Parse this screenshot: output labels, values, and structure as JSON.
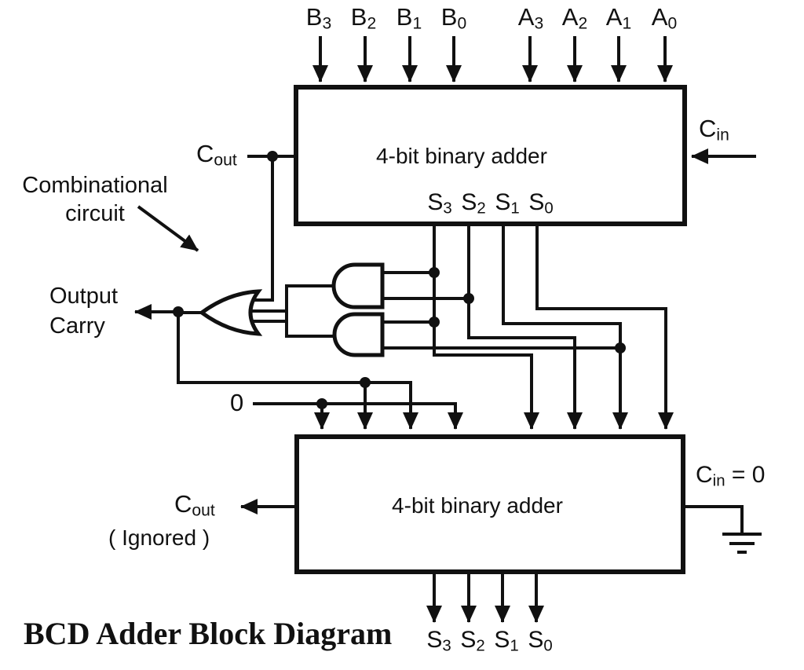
{
  "title": "BCD Adder Block Diagram",
  "colors": {
    "ink": "#111111",
    "background": "#ffffff"
  },
  "adders": {
    "top_label": "4-bit binary adder",
    "bottom_label": "4-bit binary adder"
  },
  "top_inputs": [
    {
      "main": "B",
      "sub": "3"
    },
    {
      "main": "B",
      "sub": "2"
    },
    {
      "main": "B",
      "sub": "1"
    },
    {
      "main": "B",
      "sub": "0"
    },
    {
      "main": "A",
      "sub": "3"
    },
    {
      "main": "A",
      "sub": "2"
    },
    {
      "main": "A",
      "sub": "1"
    },
    {
      "main": "A",
      "sub": "0"
    }
  ],
  "top_sums": [
    {
      "main": "S",
      "sub": "3"
    },
    {
      "main": "S",
      "sub": "2"
    },
    {
      "main": "S",
      "sub": "1"
    },
    {
      "main": "S",
      "sub": "0"
    }
  ],
  "bottom_sums": [
    {
      "main": "S",
      "sub": "3"
    },
    {
      "main": "S",
      "sub": "2"
    },
    {
      "main": "S",
      "sub": "1"
    },
    {
      "main": "S",
      "sub": "0"
    }
  ],
  "carry_in_top": {
    "main": "C",
    "sub": "in"
  },
  "carry_out_top": {
    "main": "C",
    "sub": "out"
  },
  "carry_out_bottom": {
    "main": "C",
    "sub": "out",
    "note": "( Ignored )"
  },
  "carry_in_bottom": {
    "main": "C",
    "sub": "in",
    "equals": " = 0"
  },
  "combinational": {
    "line1": "Combinational",
    "line2": "circuit"
  },
  "output_carry": {
    "line1": "Output",
    "line2": "Carry"
  },
  "zero": "0"
}
